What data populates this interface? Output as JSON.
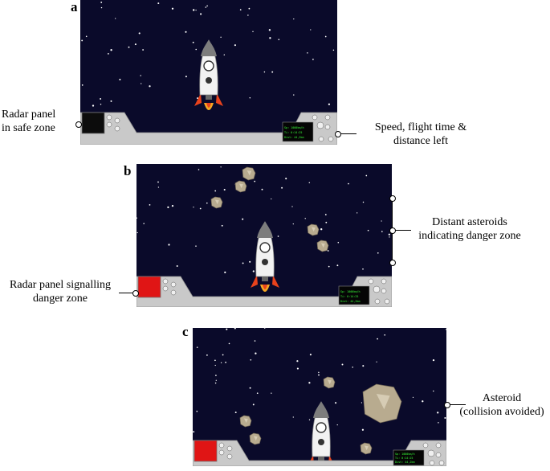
{
  "panels": [
    {
      "letter": "a",
      "captions": {
        "radar": "Radar panel\nin safe zone",
        "readout": "Speed, flight time &\ndistance left"
      },
      "radar_color": "#0c0c0c"
    },
    {
      "letter": "b",
      "captions": {
        "radar": "Radar panel signalling\ndanger zone",
        "asteroids": "Distant asteroids\nindicating danger zone"
      },
      "radar_color": "#e01515"
    },
    {
      "letter": "c",
      "captions": {
        "asteroid": "Asteroid\n(collision avoided)"
      },
      "radar_color": "#e01515"
    }
  ],
  "colors": {
    "space": "#0a0a2a",
    "hud_text": "#39ff39",
    "dashboard": "#c9c9c9"
  },
  "icons": [
    "rocket-icon",
    "asteroid-icon",
    "radar-screen-icon",
    "gauge-icon"
  ]
}
